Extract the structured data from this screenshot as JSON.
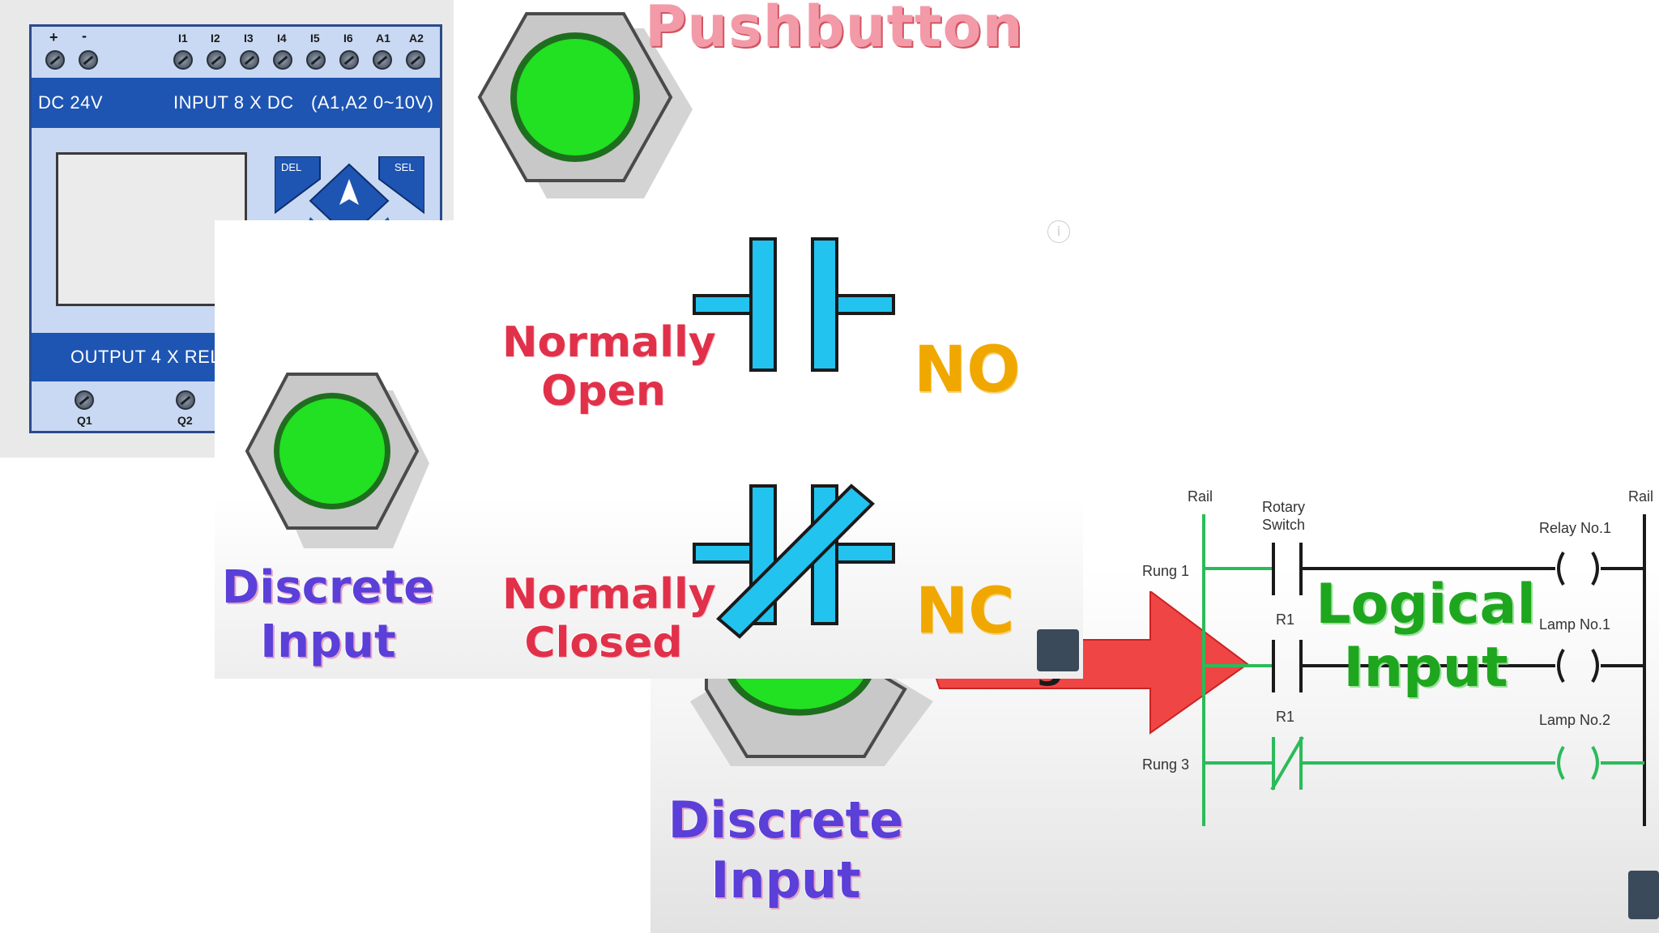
{
  "plc": {
    "top_terminals": [
      "+",
      "-",
      "I1",
      "I2",
      "I3",
      "I4",
      "I5",
      "I6",
      "A1",
      "A2"
    ],
    "power_label": "DC 24V",
    "input_label": "INPUT 8 X DC",
    "analog_label": "(A1,A2  0~10V)",
    "del_key": "DEL",
    "sel_key": "SEL",
    "output_label": "OUTPUT 4 X REL",
    "bottom_terminals": [
      "Q1",
      "Q2"
    ]
  },
  "pushbutton_title": "Pushbutton",
  "contacts": {
    "no_desc_line1": "Normally",
    "no_desc_line2": "Open",
    "no_abbr": "NO",
    "nc_desc_line1": "Normally",
    "nc_desc_line2": "Closed",
    "nc_abbr": "NC"
  },
  "discrete_input_front": {
    "line1": "Discrete",
    "line2": "Input"
  },
  "discrete_input_back": {
    "line1": "Discrete",
    "line2": "Input"
  },
  "arrow_text": "ing",
  "logical_input": {
    "line1": "Logical",
    "line2": "Input"
  },
  "ladder": {
    "rail_left": "Rail",
    "rail_right": "Rail",
    "rotary_switch": "Rotary\nSwitch",
    "rung1": "Rung 1",
    "rung3": "Rung 3",
    "r1_a": "R1",
    "r1_b": "R1",
    "relay1": "Relay No.1",
    "lamp1": "Lamp No.1",
    "lamp2": "Lamp No.2"
  },
  "colors": {
    "button_green": "#22e022",
    "contact_cyan": "#22c3ef",
    "ladder_green": "#2bbb5a",
    "arrow_red": "#f04545",
    "plc_bar": "#1e55b3"
  }
}
